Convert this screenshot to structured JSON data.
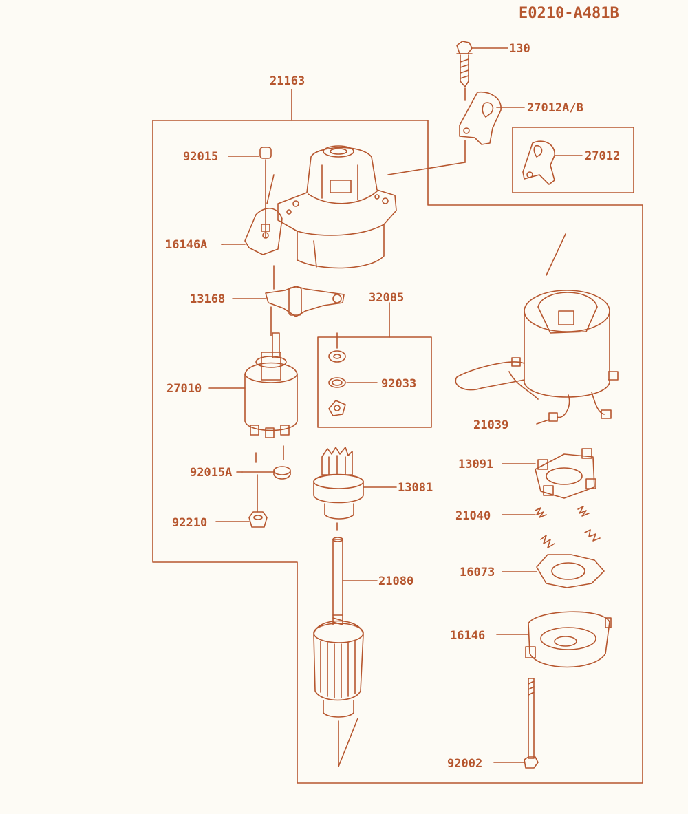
{
  "diagram_id": "E0210-A481B",
  "colors": {
    "ink": "#b6562e",
    "paper": "#fdfbf5"
  },
  "parts": {
    "p130": "130",
    "p27012ab": "27012A/B",
    "p27012": "27012",
    "p21163": "21163",
    "p92015": "92015",
    "p16146a": "16146A",
    "p13168": "13168",
    "p32085": "32085",
    "p27010": "27010",
    "p92033": "92033",
    "p21039": "21039",
    "p13091": "13091",
    "p92015a": "92015A",
    "p13081": "13081",
    "p21040": "21040",
    "p92210": "92210",
    "p16073": "16073",
    "p21080": "21080",
    "p16146": "16146",
    "p92002": "92002"
  }
}
